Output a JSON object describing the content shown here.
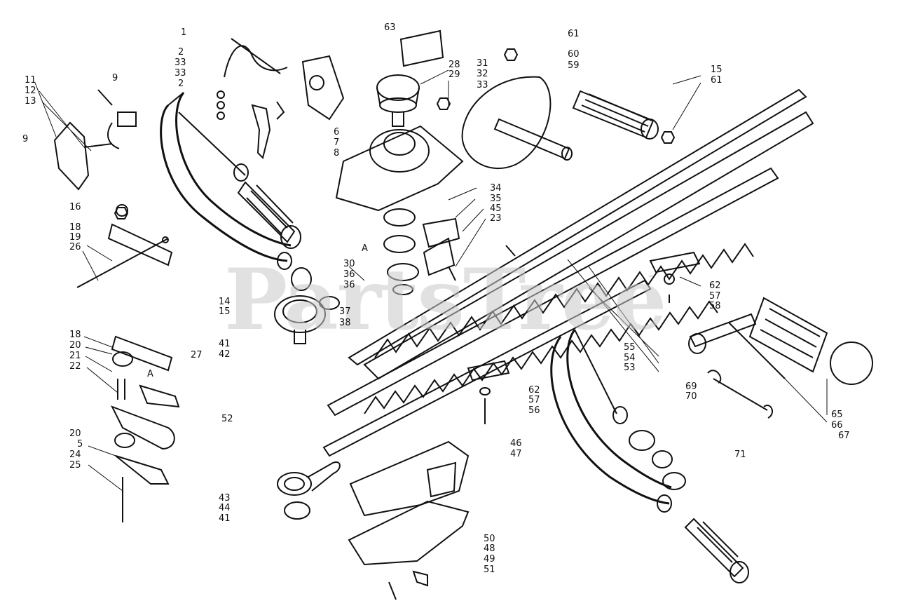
{
  "watermark": {
    "text": "PartsTree",
    "trademark": "™",
    "color": "#c9c9c9"
  },
  "ink_color": "#111111",
  "labels": [
    "1",
    "2",
    "33",
    "33",
    "2",
    "9",
    "11",
    "12",
    "13",
    "9",
    "6",
    "7",
    "8",
    "63",
    "28",
    "29",
    "31",
    "32",
    "33",
    "61",
    "60",
    "59",
    "15",
    "61",
    "16",
    "18",
    "19",
    "26",
    "34",
    "35",
    "45",
    "23",
    "A",
    "30",
    "36",
    "36",
    "14",
    "15",
    "37",
    "38",
    "41",
    "42",
    "62",
    "57",
    "58",
    "18",
    "20",
    "21",
    "22",
    "A",
    "27",
    "55",
    "54",
    "53",
    "52",
    "20",
    "5",
    "24",
    "25",
    "62",
    "57",
    "56",
    "46",
    "47",
    "43",
    "44",
    "41",
    "50",
    "48",
    "49",
    "51",
    "69",
    "70",
    "65",
    "66",
    "67",
    "71"
  ]
}
